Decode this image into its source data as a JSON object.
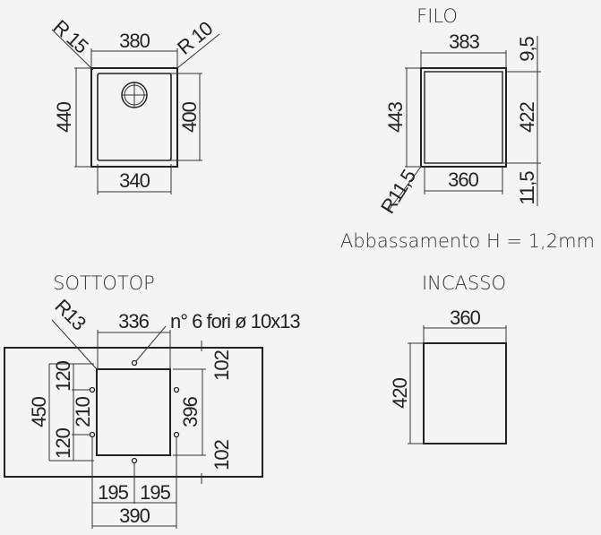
{
  "colors": {
    "background": "#f4f4f4",
    "line": "#222222"
  },
  "sink_top": {
    "width": "380",
    "height": "440",
    "inner_height": "400",
    "bottom_width": "340",
    "radius_left": "R 15",
    "radius_right": "R 10"
  },
  "filo": {
    "title": "FILO",
    "width": "383",
    "height": "443",
    "inner_height": "422",
    "bottom_width": "360",
    "top_offset": "9,5",
    "bottom_offset": "11,5",
    "radius": "R11,5",
    "note": "Abbassamento H = 1,2mm"
  },
  "sottotop": {
    "title": "SOTTOTOP",
    "radius": "R13",
    "cut_width": "336",
    "holes_note": "n° 6 fori ø 10x13",
    "height": "450",
    "left_top": "120",
    "left_mid": "210",
    "left_bottom": "120",
    "right_top": "102",
    "right_mid": "396",
    "right_bottom": "102",
    "bottom_left": "195",
    "bottom_right": "195",
    "bottom_total": "390"
  },
  "incasso": {
    "title": "INCASSO",
    "width": "360",
    "height": "420"
  }
}
